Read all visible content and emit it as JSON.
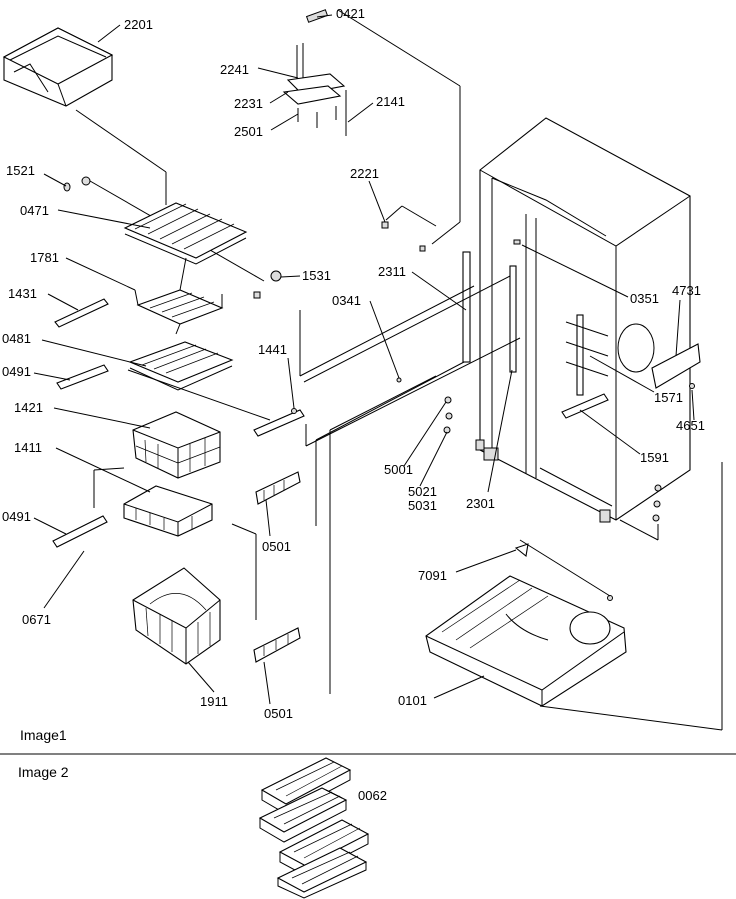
{
  "captions": {
    "image1": "Image1",
    "image2": "Image 2"
  },
  "labels": {
    "l2201": "2201",
    "l0421": "0421",
    "l2241": "2241",
    "l2231": "2231",
    "l2501": "2501",
    "l2141": "2141",
    "l2221": "2221",
    "l1521": "1521",
    "l0471": "0471",
    "l1531": "1531",
    "l1781": "1781",
    "l2311": "2311",
    "l0351": "0351",
    "l4731": "4731",
    "l1431": "1431",
    "l0341": "0341",
    "l0481": "0481",
    "l1441": "1441",
    "l0491a": "0491",
    "l1571": "1571",
    "l4651": "4651",
    "l1421": "1421",
    "l5001": "5001",
    "l1411": "1411",
    "l1591": "1591",
    "l5021": "5021",
    "l5031": "5031",
    "l2301": "2301",
    "l0491b": "0491",
    "l0501a": "0501",
    "l7091": "7091",
    "l0671": "0671",
    "l1911": "1911",
    "l0501b": "0501",
    "l0101": "0101",
    "l0062": "0062"
  }
}
